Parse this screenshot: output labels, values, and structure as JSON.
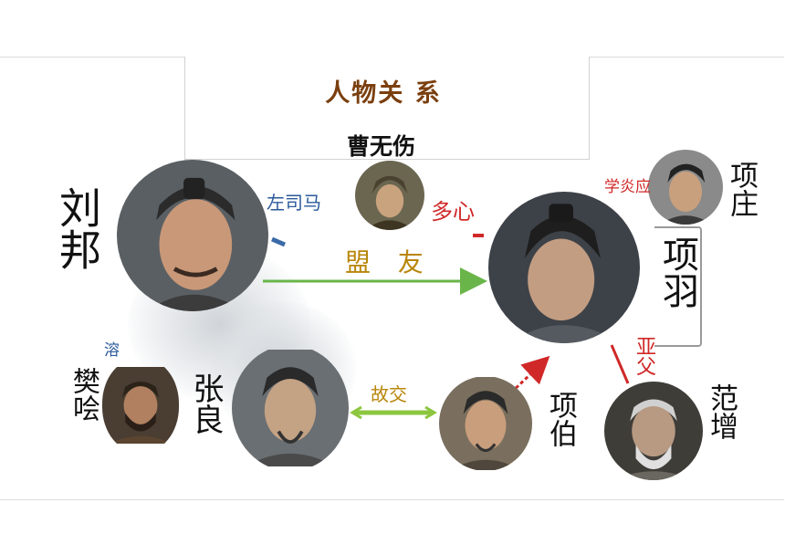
{
  "title": "人物关 系",
  "people": {
    "liubang": "刘邦",
    "caowushang": "曹无伤",
    "xiangyu": "项羽",
    "xiangzhuang": "项庄",
    "fankuai": "樊哙",
    "zhangliang": "张良",
    "xiangbo": "项伯",
    "fanzeng": "范增"
  },
  "relations": {
    "zuosima": "左司马",
    "duoxin": "多心",
    "mengyou": "盟  友",
    "xueyanying": "学炎应",
    "rong": "溶",
    "gujiao": "故交",
    "yafu": "亚父"
  },
  "colors": {
    "title": "#7a3f0f",
    "ally_arrow": "#6ab54a",
    "red_relation": "#d02828",
    "blue_relation": "#2a5a9a",
    "gold_relation": "#b8860b"
  }
}
